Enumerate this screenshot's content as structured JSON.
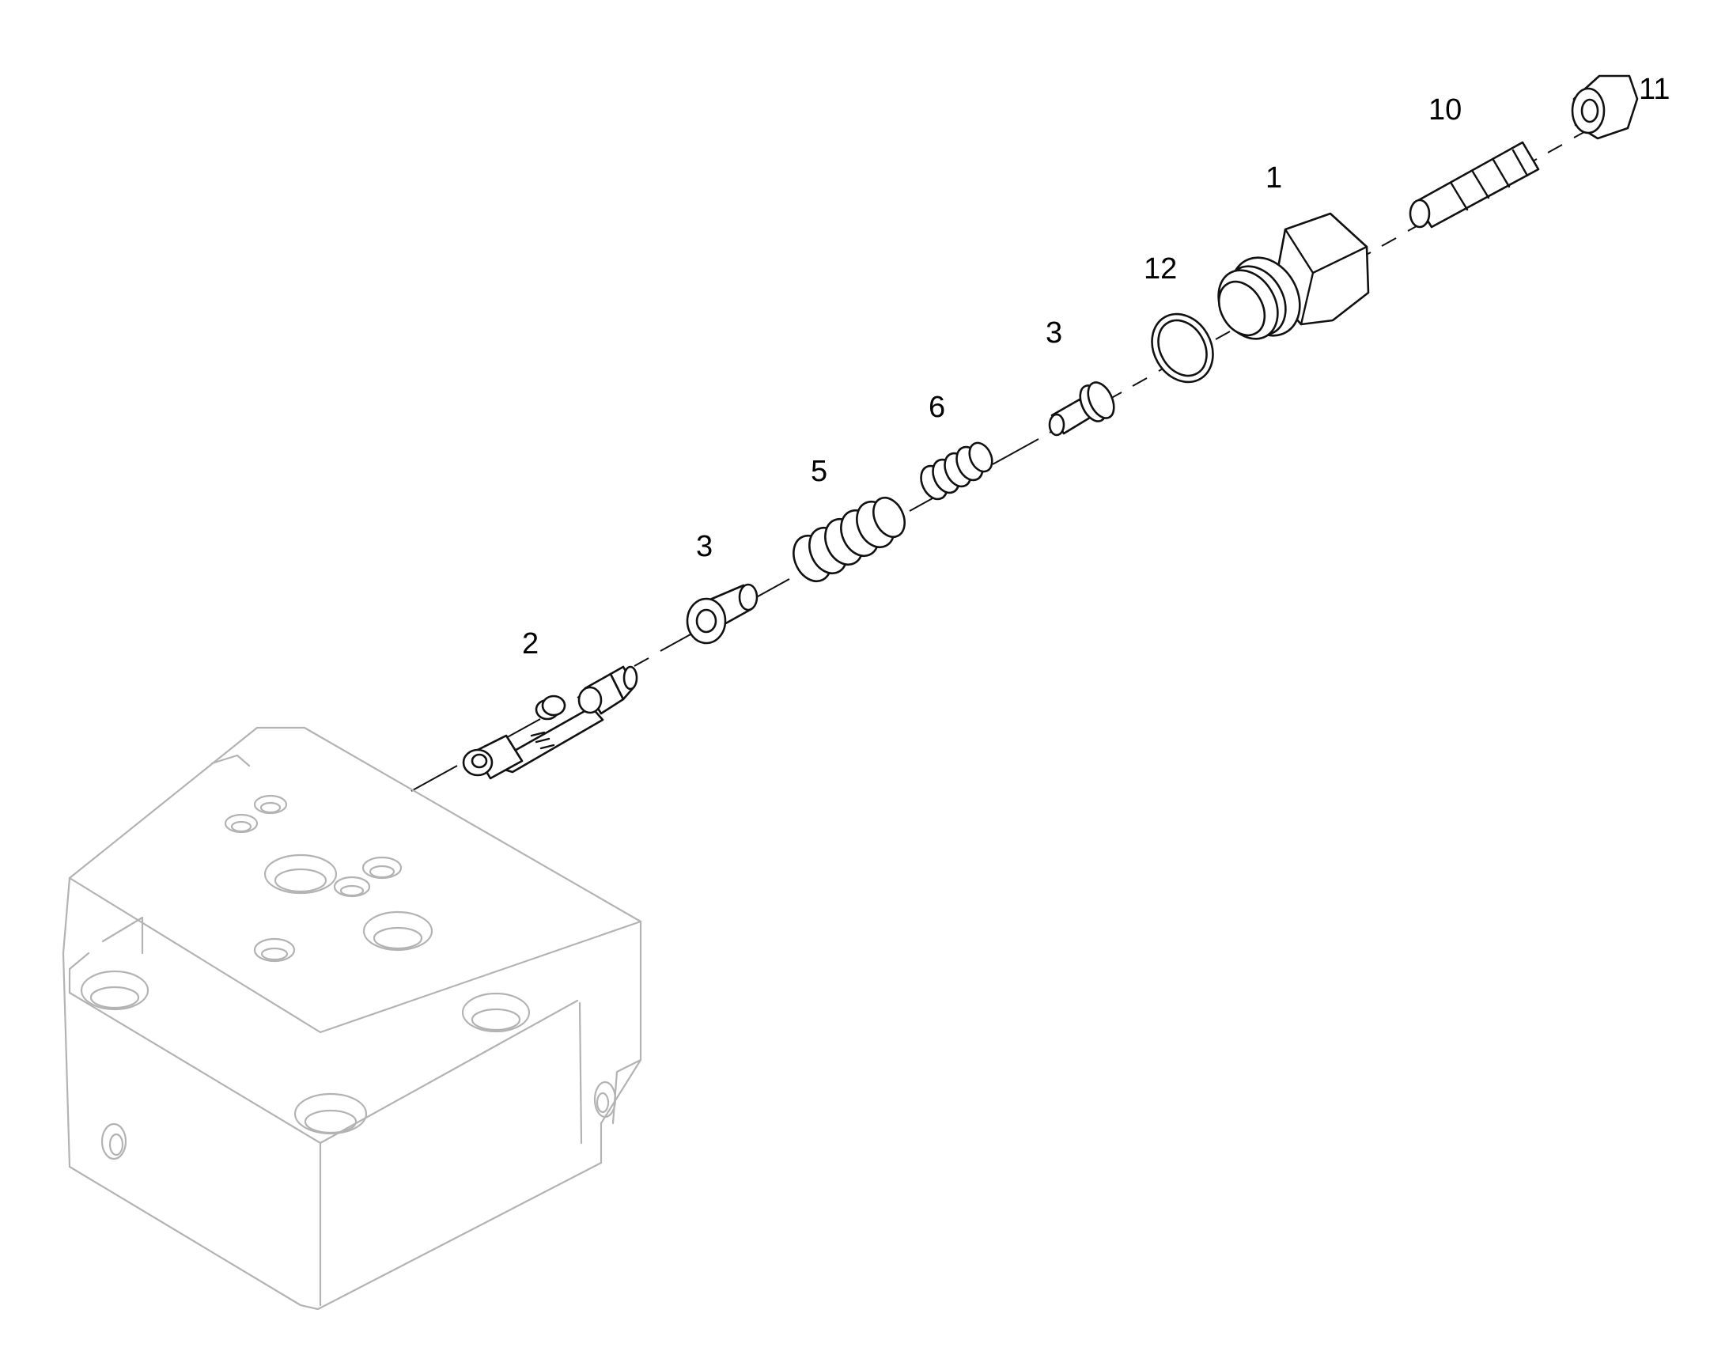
{
  "diagram": {
    "callouts": [
      {
        "id": "part-1",
        "label": "1"
      },
      {
        "id": "part-2",
        "label": "2"
      },
      {
        "id": "part-3a",
        "label": "3"
      },
      {
        "id": "part-3b",
        "label": "3"
      },
      {
        "id": "part-5",
        "label": "5"
      },
      {
        "id": "part-6",
        "label": "6"
      },
      {
        "id": "part-10",
        "label": "10"
      },
      {
        "id": "part-11",
        "label": "11"
      },
      {
        "id": "part-12",
        "label": "12"
      }
    ],
    "colors": {
      "ghost_body": "#b3b3b3",
      "part_outline": "#111111",
      "background": "#ffffff"
    }
  }
}
